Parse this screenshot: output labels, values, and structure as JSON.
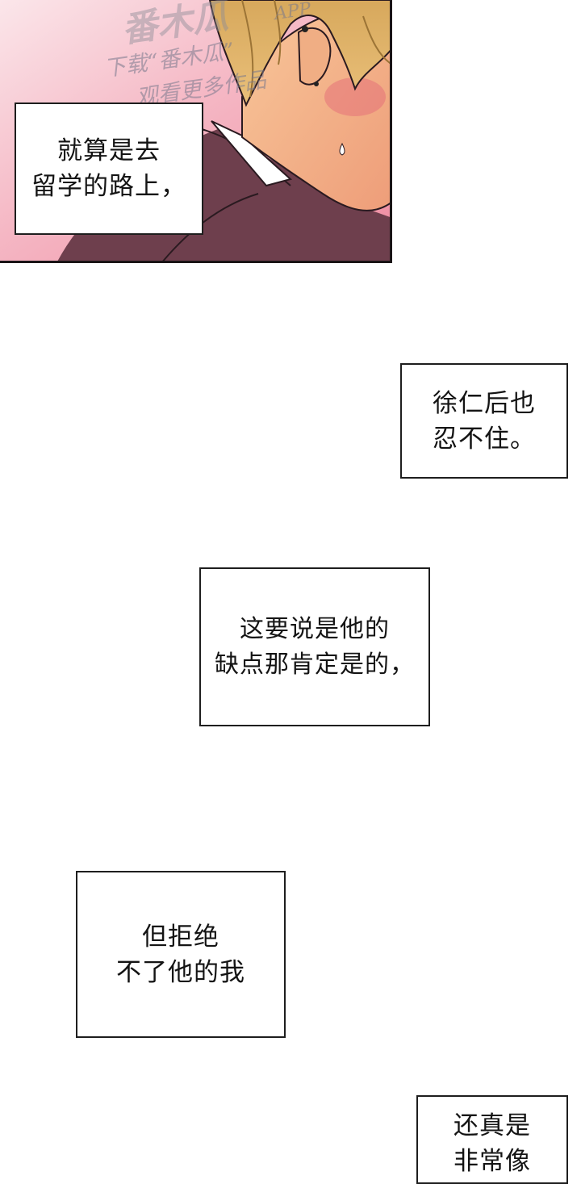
{
  "watermark": {
    "brand": "番木瓜",
    "app": "APP",
    "line1": "下载“番木瓜”",
    "line2": "观看更多作品"
  },
  "captions": [
    {
      "lines": [
        "就算是去",
        "留学的路上，"
      ]
    },
    {
      "lines": [
        "徐仁后也",
        "忍不住。"
      ]
    },
    {
      "lines": [
        "这要说是他的",
        "缺点那肯定是的，"
      ]
    },
    {
      "lines": [
        "但拒绝",
        "不了他的我"
      ]
    },
    {
      "lines": [
        "还真是",
        "非常像"
      ]
    }
  ],
  "colors": {
    "background_pink": "#f2a3b4",
    "hair": "#e3b56c",
    "skin": "#f3b98a",
    "jacket": "#6e3f4d",
    "border": "#1e1e1e"
  }
}
